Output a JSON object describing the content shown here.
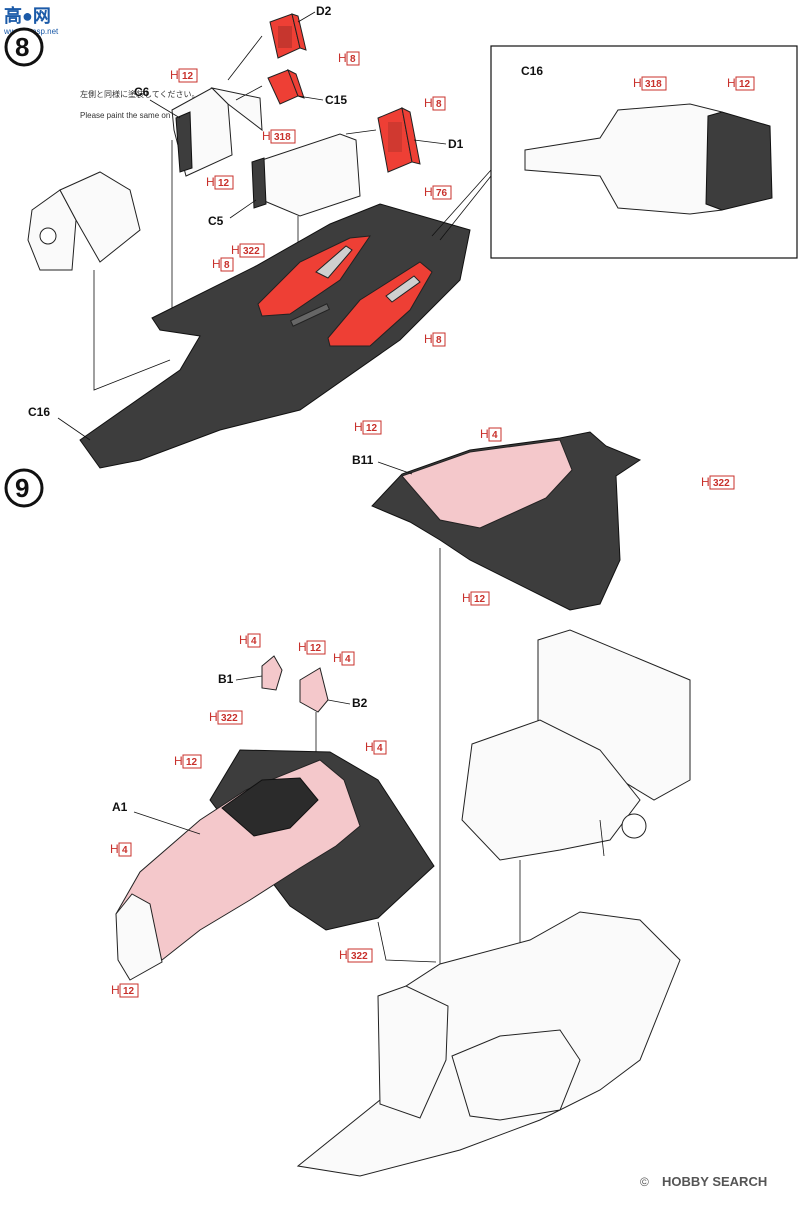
{
  "watermark": {
    "cn": "高●网",
    "url": "www.hbnsp.net"
  },
  "steps": [
    {
      "number": "8"
    },
    {
      "number": "9"
    }
  ],
  "note": {
    "jp": "左側と同様に塗装してください。",
    "en": "Please paint the same on the left side"
  },
  "parts": {
    "D2": "D2",
    "C6": "C6",
    "C15": "C15",
    "D1": "D1",
    "C5": "C5",
    "C16_top": "C16",
    "C16_inset": "C16",
    "B11": "B11",
    "B1": "B1",
    "B2": "B2",
    "A1": "A1"
  },
  "paint_prefix": "H",
  "paint_codes": {
    "c12": "12",
    "c8": "8",
    "c318": "318",
    "c322": "322",
    "c76": "76",
    "c4": "4"
  },
  "footer": {
    "brand": "HOBBY SEARCH",
    "copyright": "©"
  },
  "colors": {
    "callout": "#c8302b",
    "gray": "#555555",
    "pink": "#f4c8cb",
    "red": "#ee3f35"
  }
}
